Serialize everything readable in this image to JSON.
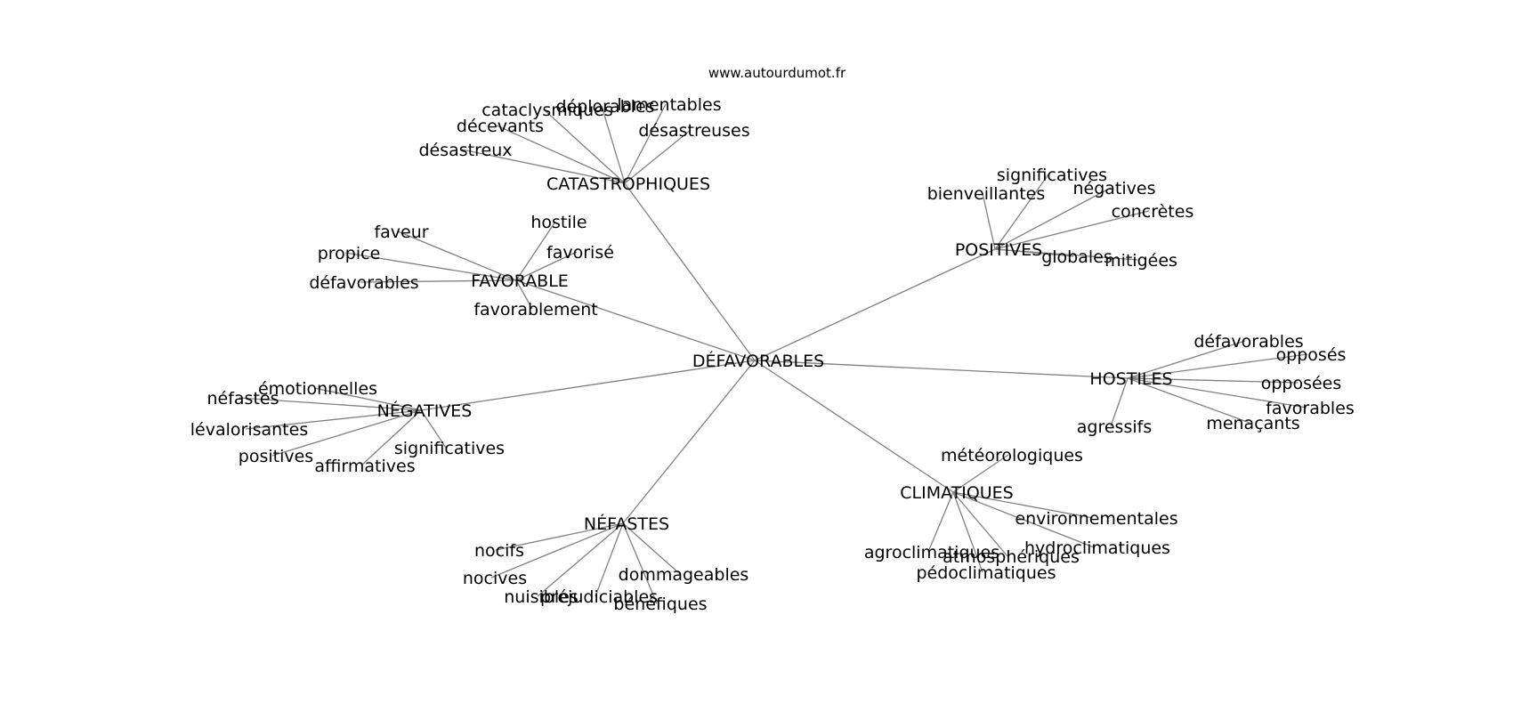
{
  "source_credit": "www.autourdumot.fr",
  "graph": {
    "root": {
      "id": "root",
      "label": "DÉFAVORABLES"
    },
    "hubs": [
      {
        "id": "catastrophiques",
        "label": "CATASTROPHIQUES",
        "children": [
          {
            "id": "c1",
            "label": "cataclysmiques"
          },
          {
            "id": "c2",
            "label": "déplorables"
          },
          {
            "id": "c3",
            "label": "lamentables"
          },
          {
            "id": "c4",
            "label": "décevants"
          },
          {
            "id": "c5",
            "label": "désastreuses"
          },
          {
            "id": "c6",
            "label": "désastreux"
          }
        ]
      },
      {
        "id": "positives",
        "label": "POSITIVES",
        "children": [
          {
            "id": "p1",
            "label": "significatives"
          },
          {
            "id": "p2",
            "label": "bienveillantes"
          },
          {
            "id": "p3",
            "label": "négatives"
          },
          {
            "id": "p4",
            "label": "concrètes"
          },
          {
            "id": "p5",
            "label": "globales"
          },
          {
            "id": "p6",
            "label": "mitigées"
          }
        ]
      },
      {
        "id": "favorable",
        "label": "FAVORABLE",
        "children": [
          {
            "id": "f1",
            "label": "hostile"
          },
          {
            "id": "f2",
            "label": "faveur"
          },
          {
            "id": "f3",
            "label": "favorisé"
          },
          {
            "id": "f4",
            "label": "propice"
          },
          {
            "id": "f5",
            "label": "défavorables"
          },
          {
            "id": "f6",
            "label": "favorablement"
          }
        ]
      },
      {
        "id": "hostiles",
        "label": "HOSTILES",
        "children": [
          {
            "id": "h1",
            "label": "défavorables"
          },
          {
            "id": "h2",
            "label": "opposés"
          },
          {
            "id": "h3",
            "label": "opposées"
          },
          {
            "id": "h4",
            "label": "favorables"
          },
          {
            "id": "h5",
            "label": "menaçants"
          },
          {
            "id": "h6",
            "label": "agressifs"
          }
        ]
      },
      {
        "id": "negatives",
        "label": "NÉGATIVES",
        "children": [
          {
            "id": "n1",
            "label": "émotionnelles"
          },
          {
            "id": "n2",
            "label": "néfastes"
          },
          {
            "id": "n3",
            "label": "lévalorisantes"
          },
          {
            "id": "n4",
            "label": "positives"
          },
          {
            "id": "n5",
            "label": "significatives"
          },
          {
            "id": "n6",
            "label": "affirmatives"
          }
        ]
      },
      {
        "id": "climatiques",
        "label": "CLIMATIQUES",
        "children": [
          {
            "id": "cl1",
            "label": "météorologiques"
          },
          {
            "id": "cl2",
            "label": "environnementales"
          },
          {
            "id": "cl3",
            "label": "hydroclimatiques"
          },
          {
            "id": "cl4",
            "label": "agroclimatiques"
          },
          {
            "id": "cl5",
            "label": "atmosphériques"
          },
          {
            "id": "cl6",
            "label": "pédoclimatiques"
          }
        ]
      },
      {
        "id": "nefastes",
        "label": "NÉFASTES",
        "children": [
          {
            "id": "nf1",
            "label": "nocifs"
          },
          {
            "id": "nf2",
            "label": "nocives"
          },
          {
            "id": "nf3",
            "label": "dommageables"
          },
          {
            "id": "nf4",
            "label": "nuisibles"
          },
          {
            "id": "nf5",
            "label": "préjudiciables"
          },
          {
            "id": "nf6",
            "label": "bénéfiques"
          }
        ]
      }
    ]
  }
}
